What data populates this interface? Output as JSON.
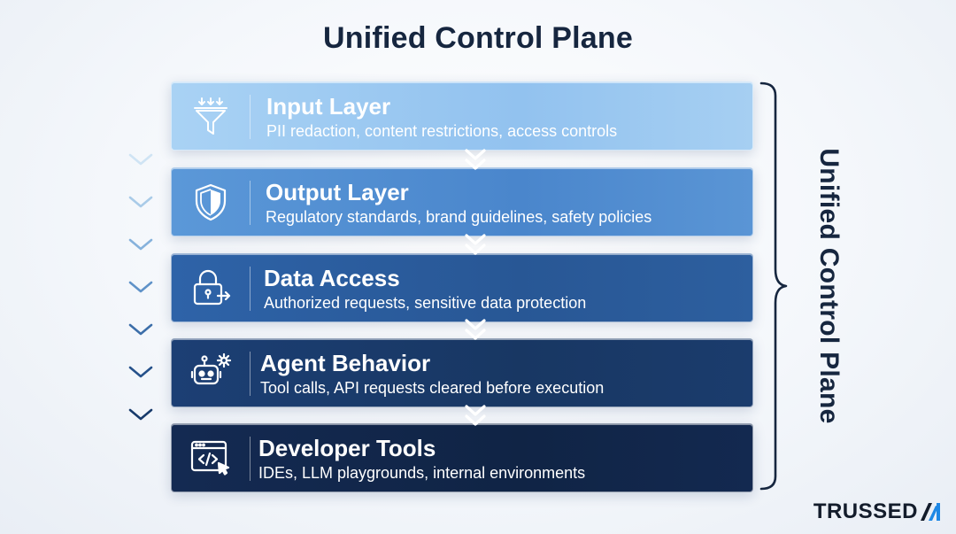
{
  "title": "Unified Control Plane",
  "side_label": "Unified Control Plane",
  "brand": {
    "text": "TRUSSED",
    "mark": "AI",
    "mark_color": "#1e88e5"
  },
  "layers": [
    {
      "name": "Input Layer",
      "description": "PII redaction, content restrictions, access controls",
      "icon": "funnel-icon"
    },
    {
      "name": "Output Layer",
      "description": "Regulatory standards, brand guidelines, safety policies",
      "icon": "shield-icon"
    },
    {
      "name": "Data Access",
      "description": "Authorized requests, sensitive data protection",
      "icon": "lock-arrow-icon"
    },
    {
      "name": "Agent Behavior",
      "description": "Tool calls, API requests cleared before execution",
      "icon": "robot-gear-icon"
    },
    {
      "name": "Developer Tools",
      "description": "IDEs, LLM playgrounds, internal environments",
      "icon": "code-window-icon"
    }
  ],
  "colors": {
    "title": "#16263f",
    "chevron_light": "#bcd9ef",
    "chevron_dark": "#173a6b"
  }
}
